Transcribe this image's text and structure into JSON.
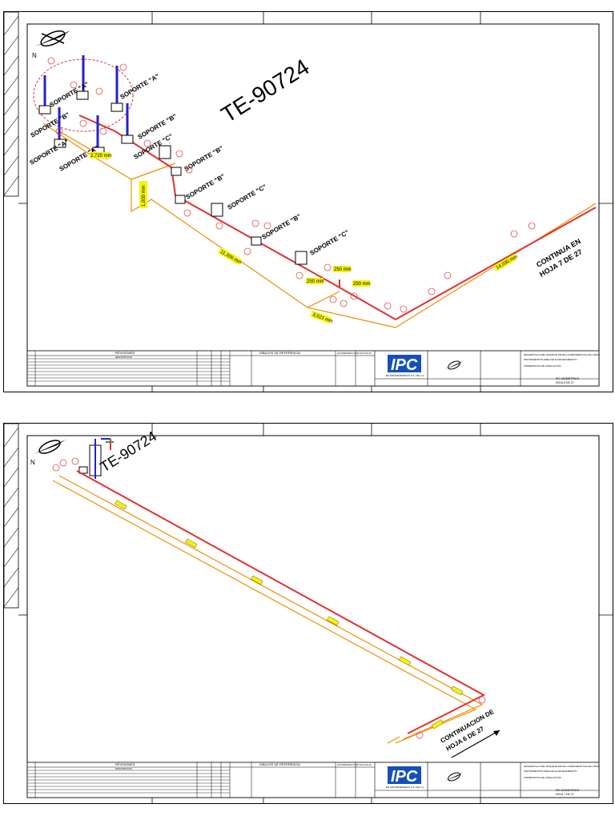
{
  "sheets": [
    {
      "tag": "TE-90724",
      "soportes": [
        {
          "label": "SOPORTE \"A\""
        },
        {
          "label": "SOPORTE \"A\""
        },
        {
          "label": "SOPORTE \"A\""
        },
        {
          "label": "SOPORTE \"B\""
        },
        {
          "label": "SOPORTE \"A\""
        },
        {
          "label": "SOPORTE \"B\""
        },
        {
          "label": "SOPORTE \"C\""
        },
        {
          "label": "SOPORTE \"B\""
        },
        {
          "label": "SOPORTE \"B\""
        },
        {
          "label": "SOPORTE \"C\""
        },
        {
          "label": "SOPORTE \"B\""
        },
        {
          "label": "SOPORTE \"C\""
        }
      ],
      "dimensions": [
        {
          "text": "2,720 mm"
        },
        {
          "text": "1,000 mm"
        },
        {
          "text": "11,306 mm"
        },
        {
          "text": "3,921 mm"
        },
        {
          "text": "250 mm"
        },
        {
          "text": "250 mm"
        },
        {
          "text": "250 mm"
        },
        {
          "text": "14,030 mm"
        }
      ],
      "continue_note": [
        "CONTINUA EN",
        "HOJA 7 DE 27"
      ],
      "title_block": {
        "revisiones_header": "REVISIONES",
        "descripcion_header": "DESCRIPCION",
        "dibujos_header": "DIBUJOS DE REFERENCIA",
        "aprobado_header": "AUTORIZADO POR AUX-PLUS",
        "logo": "IPC",
        "company": "DE MANTENIMIENTO S.A. DE C.V.",
        "project": "DESARROLLO DEL PAQUETE PM DE LA REFINERIA SALINA CRUZ",
        "project2": "INSTRUMENTOS AREA DE ALMACENAMIENTO",
        "project3": "ISOMETRICOS DE LINEA ACTIVA",
        "drawing_no": "IPC-ISOMETRICO",
        "sheet": "HOJA 6 DE 27"
      }
    },
    {
      "tag": "TE-90724",
      "continue_note": [
        "CONTINUACION DE",
        "HOJA 6 DE 27"
      ],
      "title_block": {
        "revisiones_header": "REVISIONES",
        "descripcion_header": "DESCRIPCION",
        "dibujos_header": "DIBUJOS DE REFERENCIA",
        "aprobado_header": "AUTORIZADO POR AUX-PLUS",
        "logo": "IPC",
        "company": "DE MANTENIMIENTO S.A. DE C.V.",
        "project": "DESARROLLO DEL PAQUETE PM DE LA REFINERIA SALINA CRUZ",
        "project2": "INSTRUMENTOS AREA DE ALMACENAMIENTO",
        "project3": "ISOMETRICOS DE LINEA ACTIVA",
        "drawing_no": "IPC-ISOMETRICO",
        "sheet": "HOJA 7 DE 27"
      }
    }
  ],
  "colors": {
    "pipe": "#e03030",
    "dimension": "#f08c00",
    "highlight": "#f5f500",
    "instrument": "#2222cc",
    "logo": "#1550b8",
    "circle": "#e05050",
    "border": "#000000"
  }
}
